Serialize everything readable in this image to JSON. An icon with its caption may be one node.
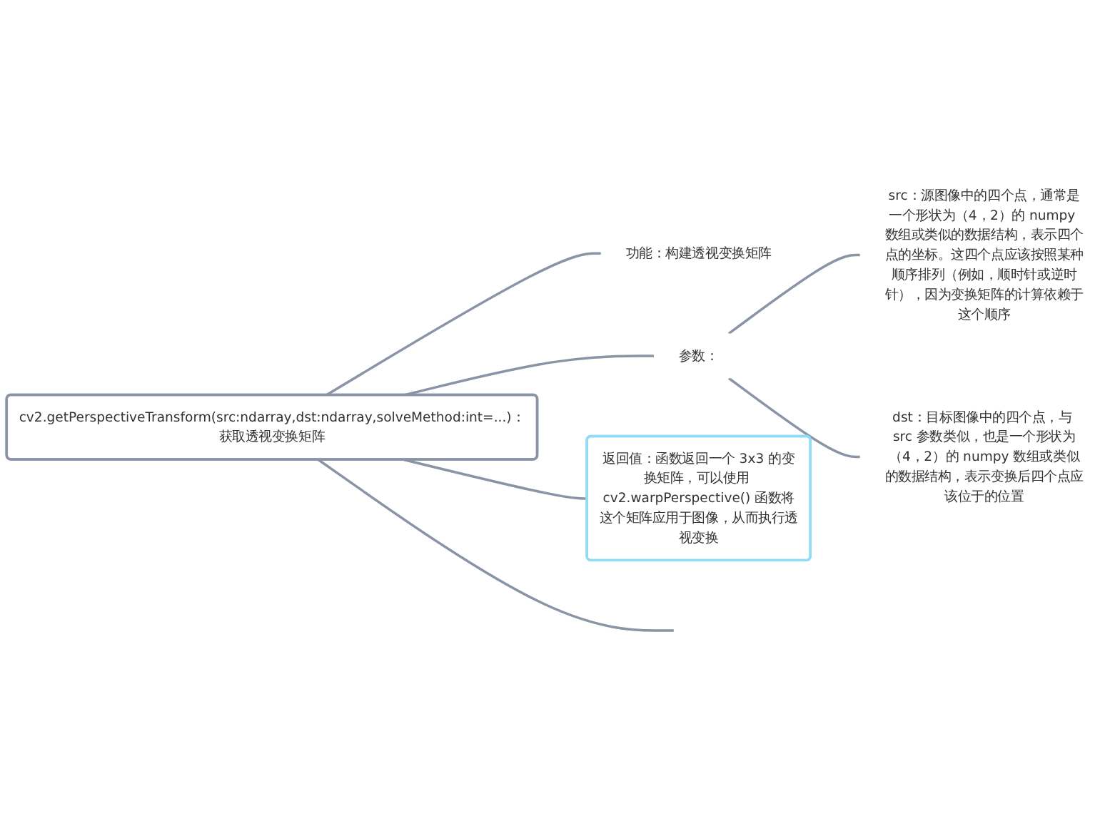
{
  "diagram": {
    "nodes": [
      {
        "text": [
          "cv2.getPerspectiveTransform(src:ndarray,dst:ndarray,solveMethod:int=...)：获取透视变换矩阵"
        ]
      },
      {
        "text": [
          "功能：构建透视变换矩阵"
        ]
      },
      {
        "text": [
          "参数："
        ]
      },
      {
        "text": [
          "src：源图像中的四个点，通常是一个形状为（4，2）的 numpy 数组或类似的数据结构，表示四个点的坐标。这四个点应该按照某种顺序排列（例如，顺时针或逆时针），因为变换矩阵的计算依赖于这个顺序"
        ]
      },
      {
        "text": [
          "dst：目标图像中的四个点，与 src 参数类似，也是一个形状为（4，2）的 numpy 数组或类似的数据结构，表示变换后四个点应该位于的位置"
        ]
      },
      {
        "text": [
          "返回值：函数返回一个 3x3 的变换矩阵，可以使用 cv2.warpPerspective() 函数将这个矩阵应用于图像，从而执行透视变换"
        ]
      }
    ],
    "edges": [
      {
        "from": 0,
        "to": 1,
        "arrow": "none"
      },
      {
        "from": 0,
        "to": 2,
        "arrow": "none"
      },
      {
        "from": 0,
        "to": 5,
        "arrow": "none"
      },
      {
        "from": 2,
        "to": 3,
        "arrow": "none"
      },
      {
        "from": 2,
        "to": 4,
        "arrow": "none"
      },
      {
        "from": 0,
        "to": null,
        "arrow": "none"
      }
    ]
  }
}
